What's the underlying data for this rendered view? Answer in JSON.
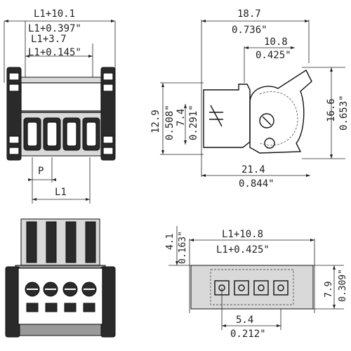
{
  "top_left_view": {
    "dim_overall_mm": "L1+10.1",
    "dim_overall_in": "L1+0.397\"",
    "dim_inner_mm": "L1+3.7",
    "dim_inner_in": "L1+0.145\"",
    "dim_pitch": "P",
    "dim_l1": "L1"
  },
  "top_right_view": {
    "dim_width_mm": "18.7",
    "dim_width_in": "0.736\"",
    "dim_partial_mm": "10.8",
    "dim_partial_in": "0.425\"",
    "dim_height_left_mm": "12.9",
    "dim_height_left_in": "0.508\"",
    "dim_height_inner_mm": "7.4",
    "dim_height_inner_in": "0.291\"",
    "dim_height_right_mm": "16.6",
    "dim_height_right_in": "0.653\"",
    "dim_bottom_mm": "21.4",
    "dim_bottom_in": "0.844\""
  },
  "bottom_right_view": {
    "dim_top_mm": "L1+10.8",
    "dim_top_in": "L1+0.425\"",
    "dim_left_mm": "4.1",
    "dim_left_in": "0.163\"",
    "dim_right_mm": "7.9",
    "dim_right_in": "0.309\"",
    "dim_bottom_mm": "5.4",
    "dim_bottom_in": "0.212\""
  }
}
